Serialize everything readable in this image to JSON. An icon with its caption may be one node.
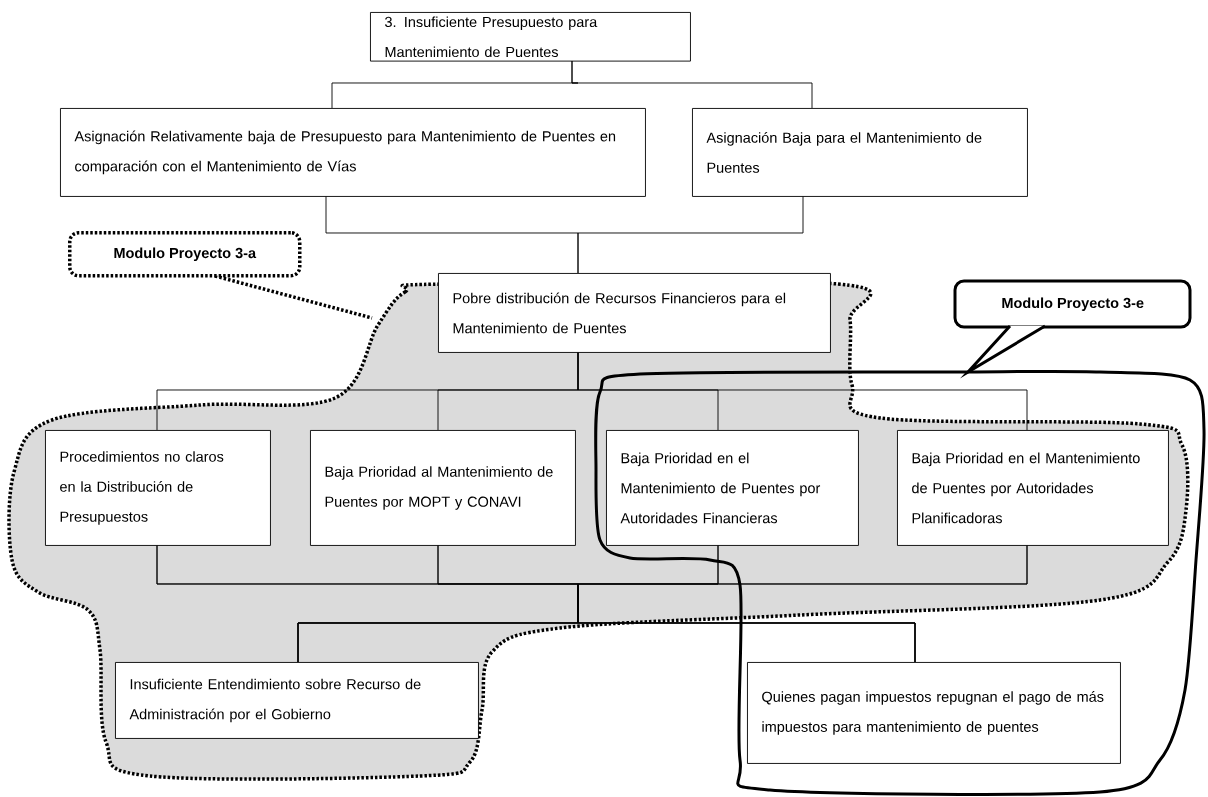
{
  "diagram": {
    "nodes": [
      {
        "text": [
          "3. Insuficiente Presupuesto para Mantenimiento de Puentes"
        ]
      },
      {
        "text": [
          "Asignación Relativamente baja de Presupuesto para Mantenimiento de Puentes en comparación con el Mantenimiento de Vías"
        ]
      },
      {
        "text": [
          "Asignación Baja para el Mantenimiento de Puentes"
        ]
      },
      {
        "text": [
          "Pobre distribución de Recursos Financieros para el Mantenimiento de Puentes"
        ]
      },
      {
        "text": [
          "Procedimientos no claros en la Distribución de Presupuestos"
        ]
      },
      {
        "text": [
          "Baja Prioridad al Mantenimiento de Puentes por MOPT y CONAVI"
        ]
      },
      {
        "text": [
          "Baja Prioridad en el Mantenimiento de Puentes por Autoridades Financieras"
        ]
      },
      {
        "text": [
          "Baja Prioridad en el Mantenimiento de Puentes por Autoridades Planificadoras"
        ]
      },
      {
        "text": [
          "Insuficiente Entendimiento sobre Recurso de Administración por el Gobierno"
        ]
      },
      {
        "text": [
          "Quienes pagan impuestos repugnan el pago de más impuestos para mantenimiento de puentes"
        ]
      },
      {
        "text": [
          "Modulo Proyecto 3-a"
        ]
      },
      {
        "text": [
          "Modulo Proyecto 3-e"
        ]
      }
    ],
    "edges": [
      {
        "from": 0,
        "to": 1,
        "arrow": "none"
      },
      {
        "from": 0,
        "to": 2,
        "arrow": "none"
      },
      {
        "from": 1,
        "to": 3,
        "arrow": "none"
      },
      {
        "from": 2,
        "to": 3,
        "arrow": "none"
      },
      {
        "from": 3,
        "to": 4,
        "arrow": "none"
      },
      {
        "from": 3,
        "to": 5,
        "arrow": "none"
      },
      {
        "from": 3,
        "to": 6,
        "arrow": "none"
      },
      {
        "from": 3,
        "to": 7,
        "arrow": "none"
      },
      {
        "from": 4,
        "to": 8,
        "arrow": "none"
      },
      {
        "from": 5,
        "to": 8,
        "arrow": "none"
      },
      {
        "from": 6,
        "to": 8,
        "arrow": "none"
      },
      {
        "from": 7,
        "to": 8,
        "arrow": "none"
      },
      {
        "from": 4,
        "to": 9,
        "arrow": "none"
      },
      {
        "from": 5,
        "to": 9,
        "arrow": "none"
      },
      {
        "from": 6,
        "to": 9,
        "arrow": "none"
      },
      {
        "from": 7,
        "to": 9,
        "arrow": "none"
      }
    ]
  }
}
